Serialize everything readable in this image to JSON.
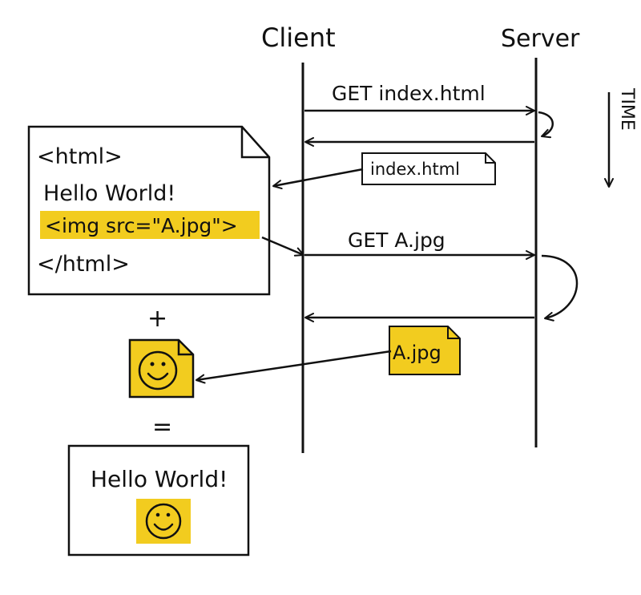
{
  "lifelines": {
    "client_label": "Client",
    "server_label": "Server"
  },
  "time_label": "TIME",
  "messages": {
    "request_html": "GET index.html",
    "response_html_file": "index.html",
    "request_image": "GET A.jpg",
    "response_image_file": "A.jpg"
  },
  "html_document": {
    "line1": "<html>",
    "line2": "Hello World!",
    "line3": "<img src=\"A.jpg\">",
    "line4": "</html>"
  },
  "operators": {
    "plus": "+",
    "equals": "="
  },
  "rendered_page": {
    "text": "Hello World!"
  },
  "colors": {
    "highlight": "#f2cc1f",
    "ink": "#111111",
    "background": "#ffffff"
  },
  "icons": {
    "smiley": "smiley-face-icon"
  }
}
